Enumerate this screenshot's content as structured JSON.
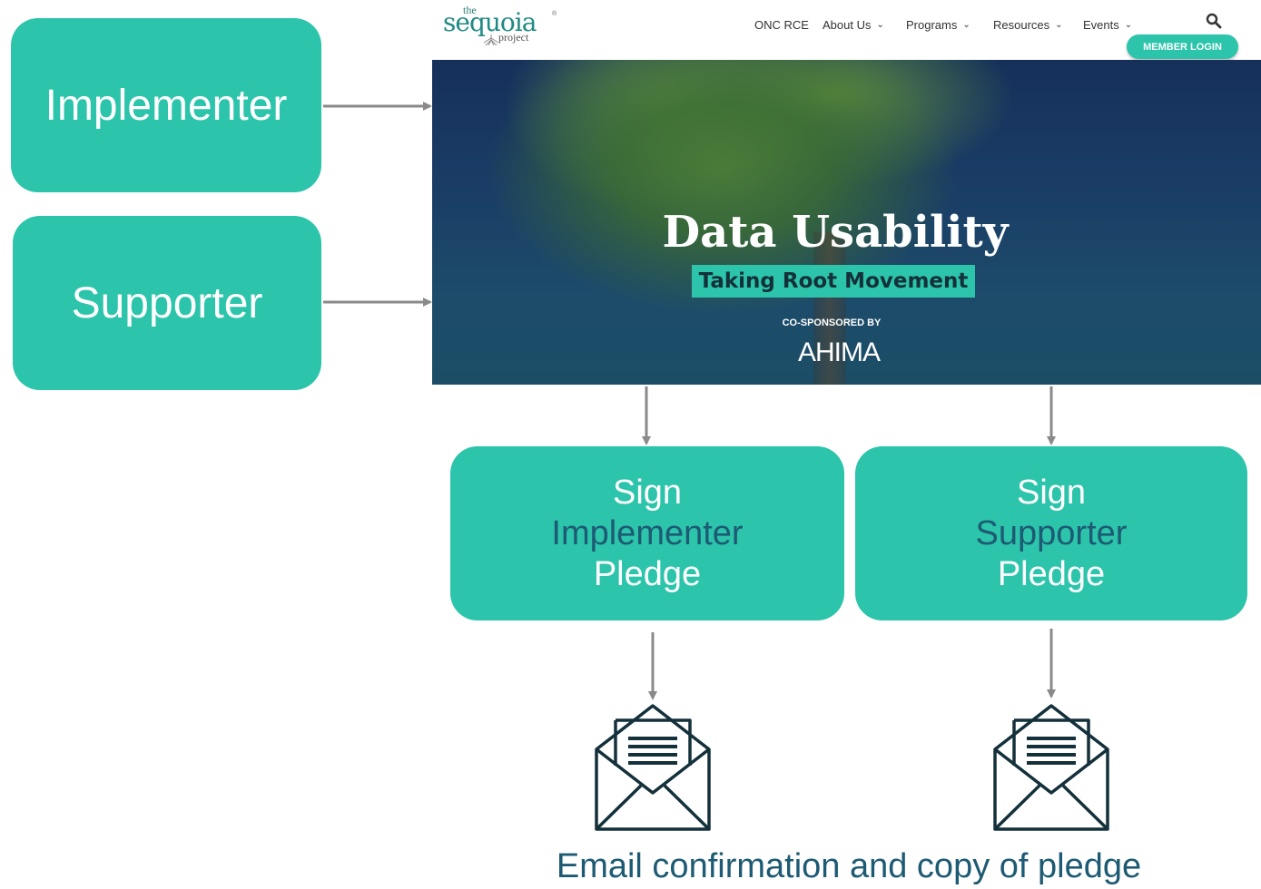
{
  "roles": {
    "implementer": "Implementer",
    "supporter": "Supporter"
  },
  "website": {
    "logo": {
      "the": "the",
      "name": "sequoia",
      "project": "project"
    },
    "nav": {
      "onc_rce": "ONC RCE",
      "about_us": "About Us",
      "programs": "Programs",
      "resources": "Resources",
      "events": "Events"
    },
    "member_login": "MEMBER LOGIN",
    "hero": {
      "title": "Data Usability",
      "subtitle": "Taking Root Movement",
      "cosponsored": "CO-SPONSORED BY",
      "sponsor": "AHIMA"
    }
  },
  "pledges": {
    "implementer": {
      "line1": "Sign",
      "line2": "Implementer",
      "line3": "Pledge"
    },
    "supporter": {
      "line1": "Sign",
      "line2": "Supporter",
      "line3": "Pledge"
    }
  },
  "caption": "Email confirmation and copy of pledge",
  "colors": {
    "teal": "#2cc4ab",
    "dark_blue": "#1d5a73",
    "arrow_gray": "#8a8a8a",
    "envelope_navy": "#14303a"
  }
}
